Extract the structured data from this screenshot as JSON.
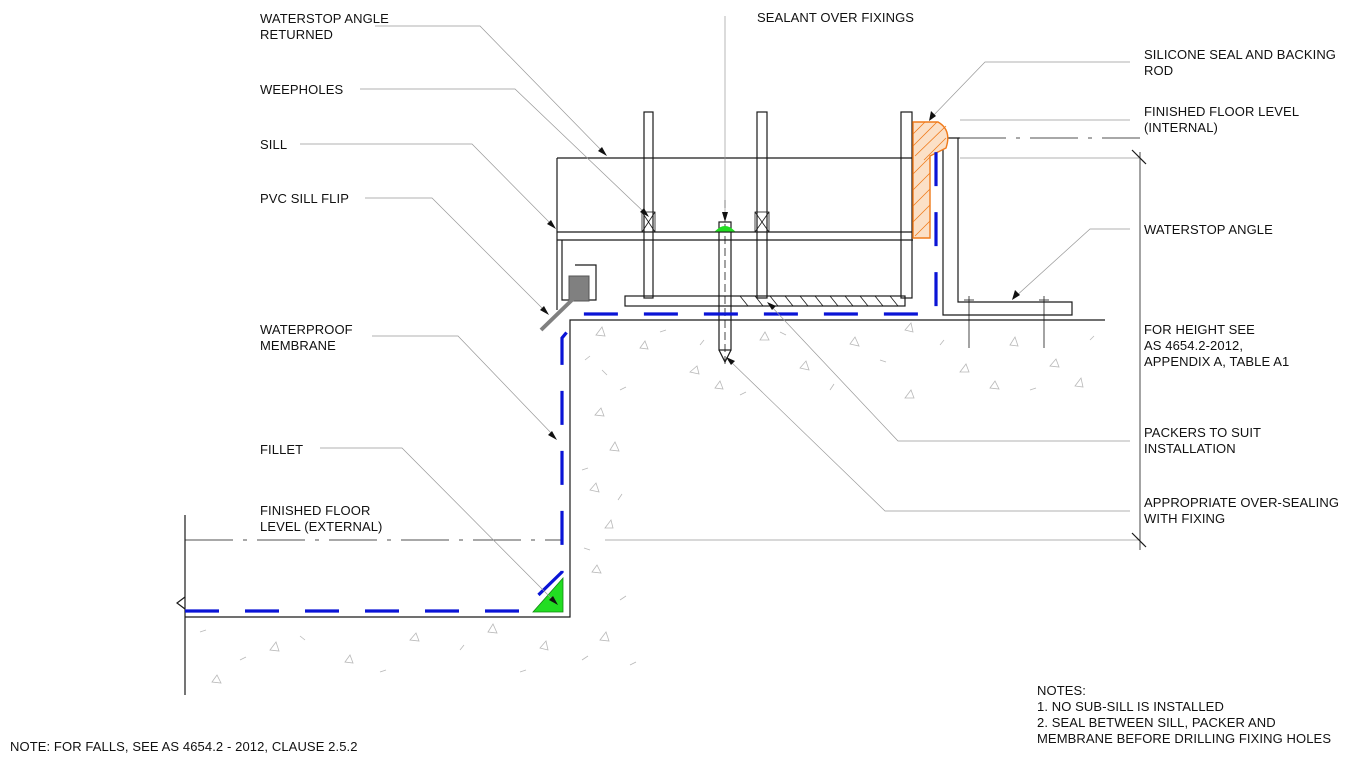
{
  "colors": {
    "membrane": "#0a14d6",
    "fillet": "#22dd22",
    "sealant": "#22dd22",
    "silicone_seal": "#f07a1a",
    "pvc_sill_flip": "#808080"
  },
  "labels": {
    "waterstop_angle_returned": [
      "WATERSTOP ANGLE",
      "RETURNED"
    ],
    "sealant_over_fixings": "SEALANT OVER FIXINGS",
    "silicone_seal": [
      "SILICONE SEAL AND BACKING",
      "ROD"
    ],
    "weepholes": "WEEPHOLES",
    "ffl_internal": [
      "FINISHED FLOOR LEVEL",
      "(INTERNAL)"
    ],
    "sill": "SILL",
    "pvc_sill_flip": "PVC SILL FLIP",
    "waterstop_angle": "WATERSTOP ANGLE",
    "waterproof_membrane": [
      "WATERPROOF",
      "MEMBRANE"
    ],
    "height_ref": [
      "FOR HEIGHT SEE",
      "AS 4654.2-2012,",
      "APPENDIX A, TABLE A1"
    ],
    "packers": [
      "PACKERS TO SUIT",
      "INSTALLATION"
    ],
    "fillet": "FILLET",
    "over_sealing": [
      "APPROPRIATE OVER-SEALING",
      "WITH FIXING"
    ],
    "ffl_external": [
      "FINISHED FLOOR",
      "LEVEL (EXTERNAL)"
    ]
  },
  "notes": {
    "heading": "NOTES:",
    "items": [
      "1. NO SUB-SILL IS INSTALLED",
      "2. SEAL BETWEEN SILL, PACKER AND",
      "MEMBRANE BEFORE DRILLING FIXING HOLES"
    ],
    "falls_note": "NOTE: FOR FALLS, SEE AS 4654.2 - 2012, CLAUSE 2.5.2"
  }
}
